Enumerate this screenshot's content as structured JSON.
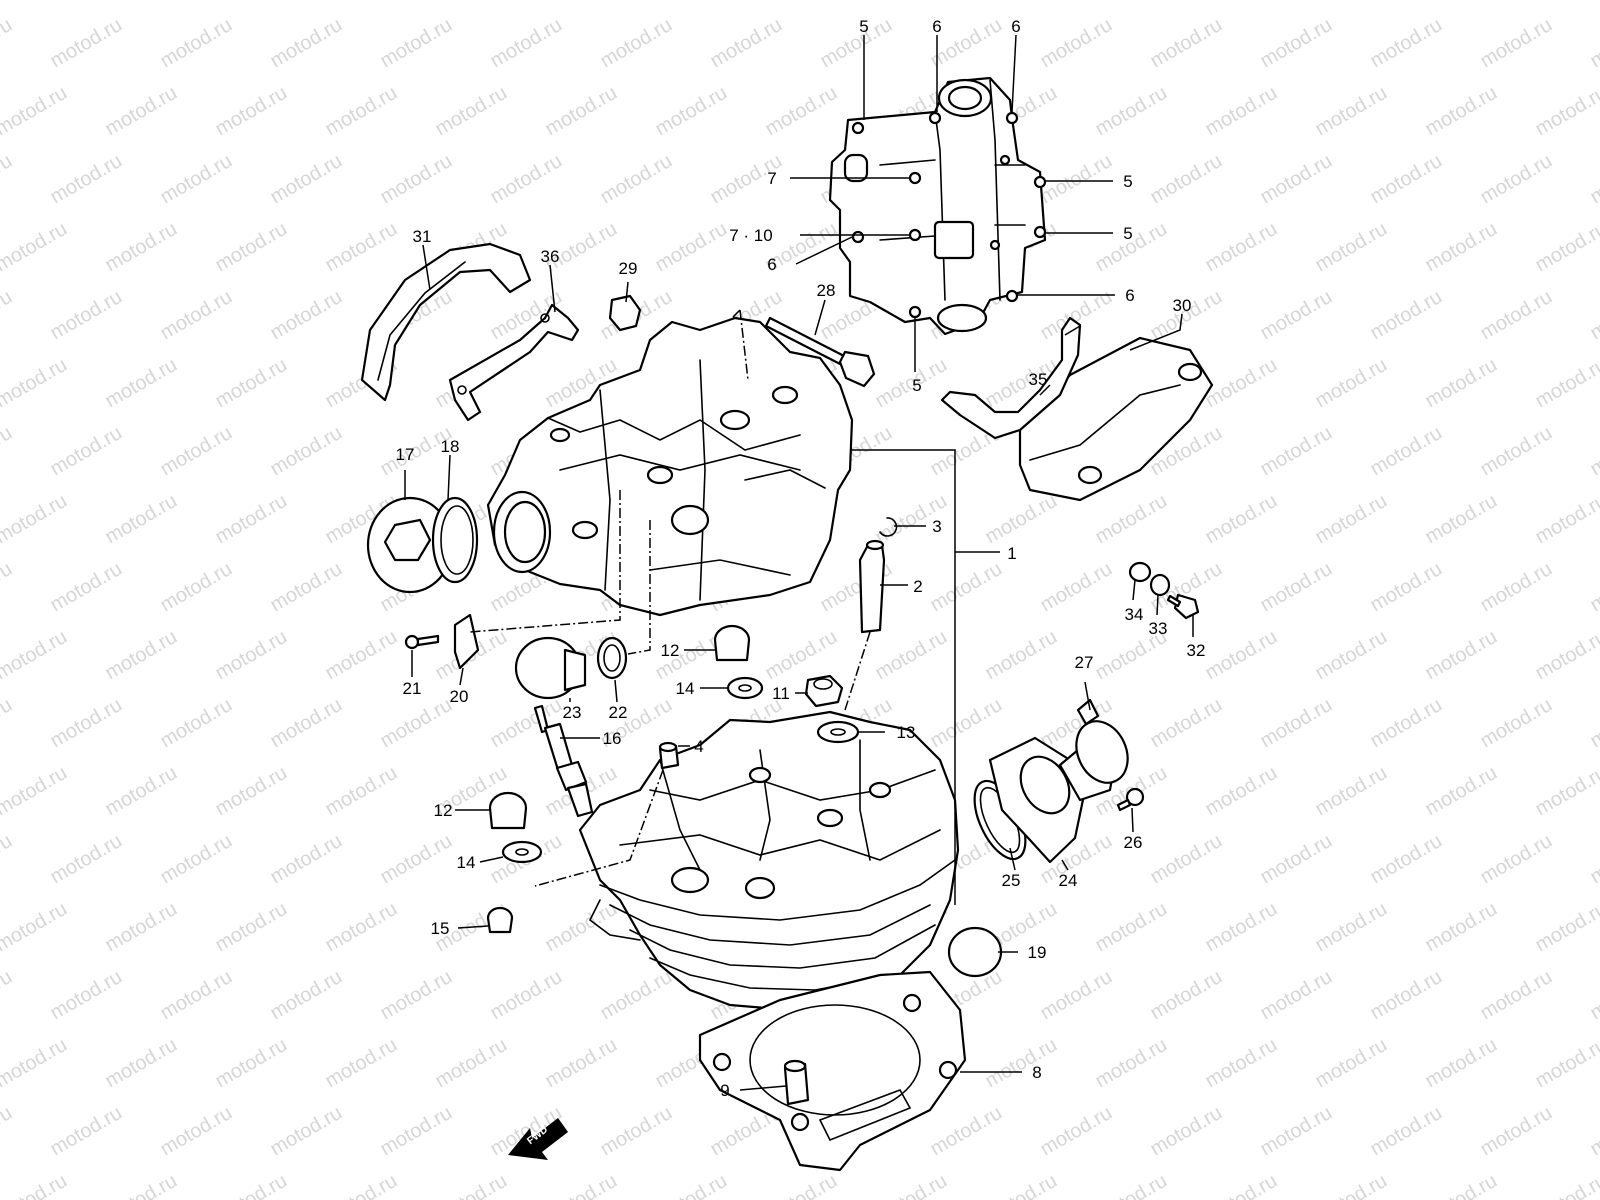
{
  "watermark": "motod.ru",
  "fwd_label": "FWD",
  "callouts": [
    {
      "id": "c5a",
      "text": "5"
    },
    {
      "id": "c6a",
      "text": "6"
    },
    {
      "id": "c6b",
      "text": "6"
    },
    {
      "id": "c7",
      "text": "7"
    },
    {
      "id": "c5b",
      "text": "5"
    },
    {
      "id": "c710",
      "text": "7 · 10"
    },
    {
      "id": "c5c",
      "text": "5"
    },
    {
      "id": "c6c",
      "text": "6"
    },
    {
      "id": "c6d",
      "text": "6"
    },
    {
      "id": "c5d",
      "text": "5"
    },
    {
      "id": "c31",
      "text": "31"
    },
    {
      "id": "c36",
      "text": "36"
    },
    {
      "id": "c29",
      "text": "29"
    },
    {
      "id": "c28",
      "text": "28"
    },
    {
      "id": "c30",
      "text": "30"
    },
    {
      "id": "c35",
      "text": "35"
    },
    {
      "id": "c17",
      "text": "17"
    },
    {
      "id": "c18",
      "text": "18"
    },
    {
      "id": "c3",
      "text": "3"
    },
    {
      "id": "c1",
      "text": "1"
    },
    {
      "id": "c2",
      "text": "2"
    },
    {
      "id": "c34",
      "text": "34"
    },
    {
      "id": "c33",
      "text": "33"
    },
    {
      "id": "c32",
      "text": "32"
    },
    {
      "id": "c21",
      "text": "21"
    },
    {
      "id": "c20",
      "text": "20"
    },
    {
      "id": "c23",
      "text": "23"
    },
    {
      "id": "c22",
      "text": "22"
    },
    {
      "id": "c12a",
      "text": "12"
    },
    {
      "id": "c14a",
      "text": "14"
    },
    {
      "id": "c11",
      "text": "11"
    },
    {
      "id": "c13",
      "text": "13"
    },
    {
      "id": "c27",
      "text": "27"
    },
    {
      "id": "c16",
      "text": "16"
    },
    {
      "id": "c4",
      "text": "4"
    },
    {
      "id": "c12b",
      "text": "12"
    },
    {
      "id": "c14b",
      "text": "14"
    },
    {
      "id": "c25",
      "text": "25"
    },
    {
      "id": "c24",
      "text": "24"
    },
    {
      "id": "c26",
      "text": "26"
    },
    {
      "id": "c15",
      "text": "15"
    },
    {
      "id": "c19",
      "text": "19"
    },
    {
      "id": "c8",
      "text": "8"
    },
    {
      "id": "c9",
      "text": "9"
    }
  ]
}
